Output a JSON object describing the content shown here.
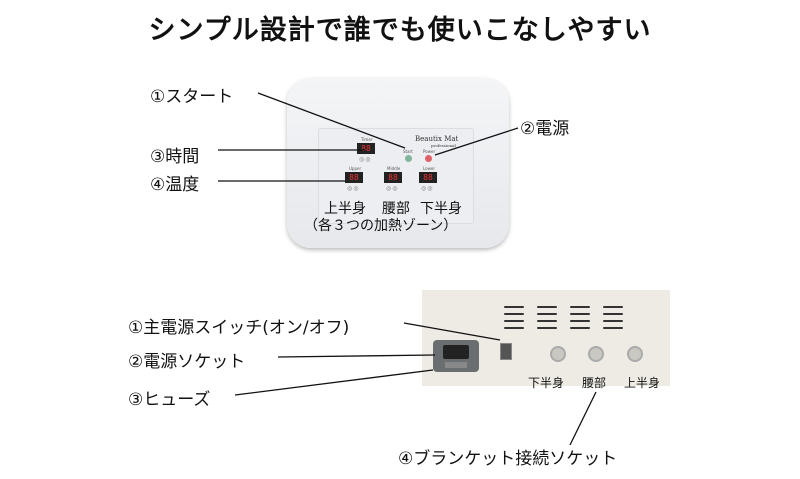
{
  "title": "シンプル設計で誰でも使いこなしやすい",
  "front": {
    "brand": "Beautix Mat",
    "brand_sub": "professional",
    "panel_labels": {
      "timer": "Timer",
      "start": "Start",
      "power": "Power",
      "upper": "Upper",
      "middle": "Middle",
      "lower": "Lower"
    },
    "display_text": "88",
    "button_glyphs": "◎◎",
    "zones": [
      "上半身",
      "腰部",
      "下半身"
    ],
    "zones_note": "（各３つの加熱ゾーン）",
    "callouts": {
      "start": "①スタート",
      "power": "②電源",
      "time": "③時間",
      "temp": "④温度"
    }
  },
  "back": {
    "sockets": [
      "下半身",
      "腰部",
      "上半身"
    ],
    "callouts": {
      "main_switch": "①主電源スイッチ(オン/オフ)",
      "power_socket": "②電源ソケット",
      "fuse": "③ヒューズ",
      "blanket": "④ブランケット接続ソケット"
    }
  },
  "colors": {
    "start_led": "#7fb59a",
    "power_led": "#e0606a",
    "panel_back": "#edebe3"
  }
}
